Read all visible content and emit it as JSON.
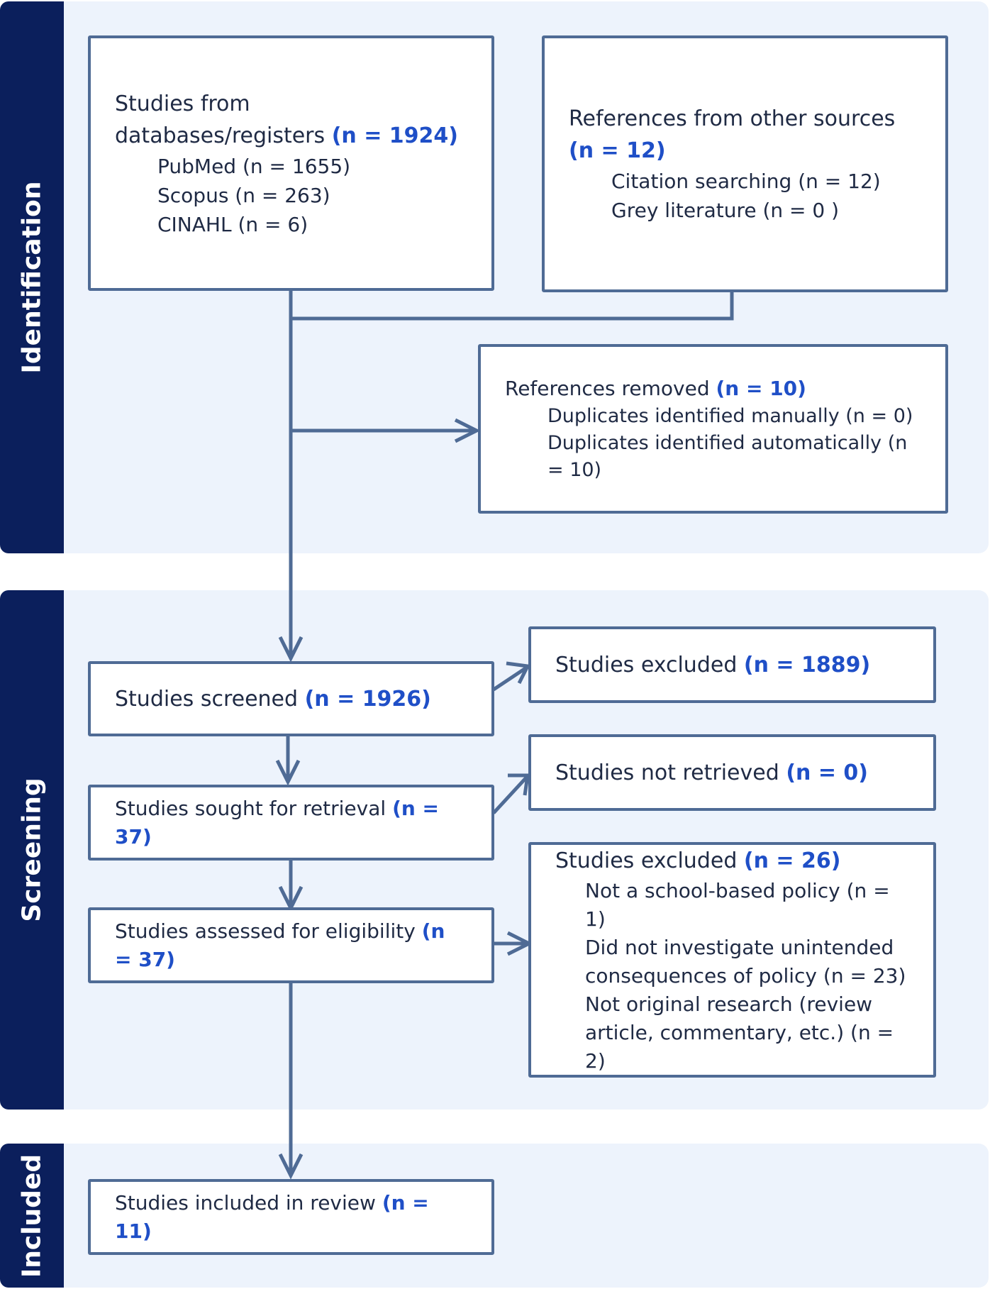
{
  "stages": {
    "identification": "Identification",
    "screening": "Screening",
    "included": "Included"
  },
  "databases": {
    "title_line1": "Studies from",
    "title_line2": "databases/registers",
    "count": "(n = 1924)",
    "items": [
      "PubMed (n = 1655)",
      "Scopus (n = 263)",
      "CINAHL (n = 6)"
    ]
  },
  "other_sources": {
    "title": "References from other sources",
    "count": "(n = 12)",
    "items": [
      "Citation searching (n = 12)",
      "Grey literature (n = 0 )"
    ]
  },
  "removed": {
    "title": "References removed",
    "count": "(n = 10)",
    "items": [
      "Duplicates identified manually (n = 0)",
      "Duplicates identified automatically (n = 10)"
    ]
  },
  "screened": {
    "label": "Studies screened",
    "count": "(n = 1926)"
  },
  "excluded_screen": {
    "label": "Studies excluded",
    "count": "(n = 1889)"
  },
  "sought": {
    "label": "Studies sought for retrieval",
    "count": "(n = 37)"
  },
  "not_retrieved": {
    "label": "Studies not retrieved",
    "count": "(n = 0)"
  },
  "assessed": {
    "label": "Studies assessed for eligibility",
    "count": "(n = 37)"
  },
  "excluded_full": {
    "label": "Studies excluded",
    "count": "(n = 26)",
    "reasons": [
      "Not a school-based policy (n = 1)",
      "Did not investigate unintended consequences of policy (n = 23)",
      "Not original research (review article, commentary, etc.) (n = 2)"
    ]
  },
  "included": {
    "label": "Studies included in review",
    "count": "(n = 11)"
  },
  "colors": {
    "tab": "#0b1f5c",
    "band": "#edf3fc",
    "line": "#4f6b95",
    "highlight": "#1f4fc7"
  }
}
